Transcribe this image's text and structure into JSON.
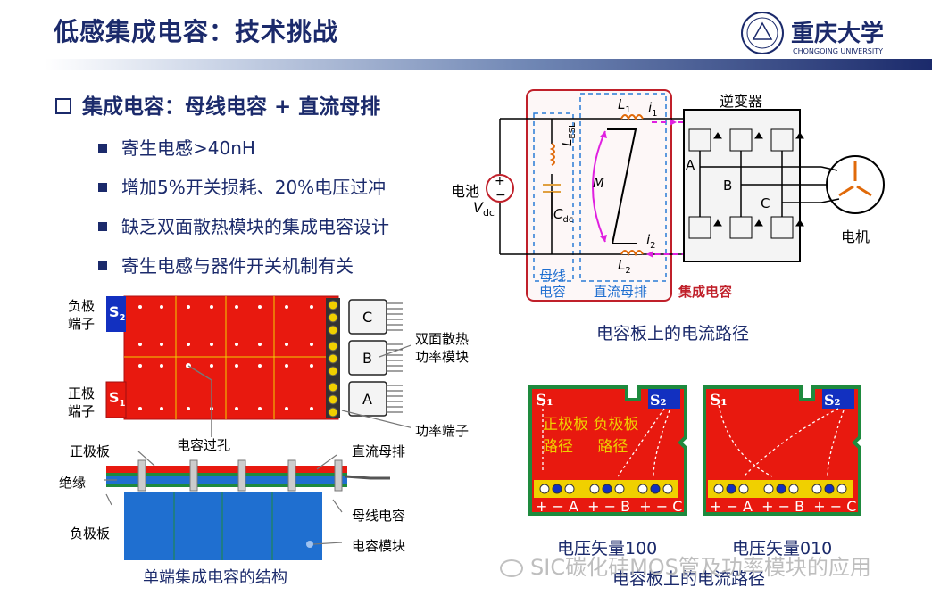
{
  "header": {
    "title": "低感集成电容：技术挑战",
    "logo_text": "重庆大学",
    "logo_sub": "CHONGQING UNIVERSITY"
  },
  "bullets": {
    "main": "集成电容：母线电容 + 直流母排",
    "items": [
      "寄生电感>40nH",
      "增加5%开关损耗、20%电压过冲",
      "缺乏双面散热模块的集成电容设计",
      "寄生电感与器件开关机制有关"
    ]
  },
  "circuit": {
    "battery": "电池",
    "vdc": "V",
    "vdc_sub": "dc",
    "l1": "L",
    "l1_sub": "1",
    "i1": "i",
    "i1_sub": "1",
    "l2": "L",
    "l2_sub": "2",
    "i2": "i",
    "i2_sub": "2",
    "lesl": "L",
    "lesl_sub": "ESL",
    "cdc": "C",
    "cdc_sub": "dc",
    "m": "M",
    "inverter": "逆变器",
    "node_a": "A",
    "node_b": "B",
    "node_c": "C",
    "motor": "电机",
    "bus_cap_line1": "母线",
    "bus_cap_line2": "电容",
    "dc_busbar": "直流母排",
    "integrated_cap": "集成电容",
    "caption": "电容板上的电流路径"
  },
  "structure": {
    "neg_terminal": "负极端子",
    "pos_terminal": "正极端子",
    "s2": "S",
    "s2_sub": "2",
    "s1": "S",
    "s1_sub": "1",
    "mod_c": "C",
    "mod_b": "B",
    "mod_a": "A",
    "dual_module": "双面散热功率模块",
    "power_terminal": "功率端子",
    "cap_via": "电容过孔",
    "pos_plate": "正极板",
    "dc_busbar": "直流母排",
    "insulation": "绝缘",
    "neg_plate": "负极板",
    "bus_cap": "母线电容",
    "cap_module": "电容模块",
    "caption": "单端集成电容的结构"
  },
  "boards": {
    "pos_path": "正极板 负极板",
    "path_word": "路径 路径",
    "terminals": "+ − A  + − B  + − C",
    "vector1": "电压矢量100",
    "vector2": "电压矢量010",
    "caption": "电容板上的电流路径"
  },
  "watermark": "SIC碳化硅MOS管及功率模块的应用",
  "colors": {
    "navy": "#1b2a6b",
    "board_red": "#e8190f",
    "board_green": "#1e8a3e",
    "magenta": "#e020e0",
    "cap_blue": "#1f6fd0",
    "gold": "#f0d000"
  }
}
